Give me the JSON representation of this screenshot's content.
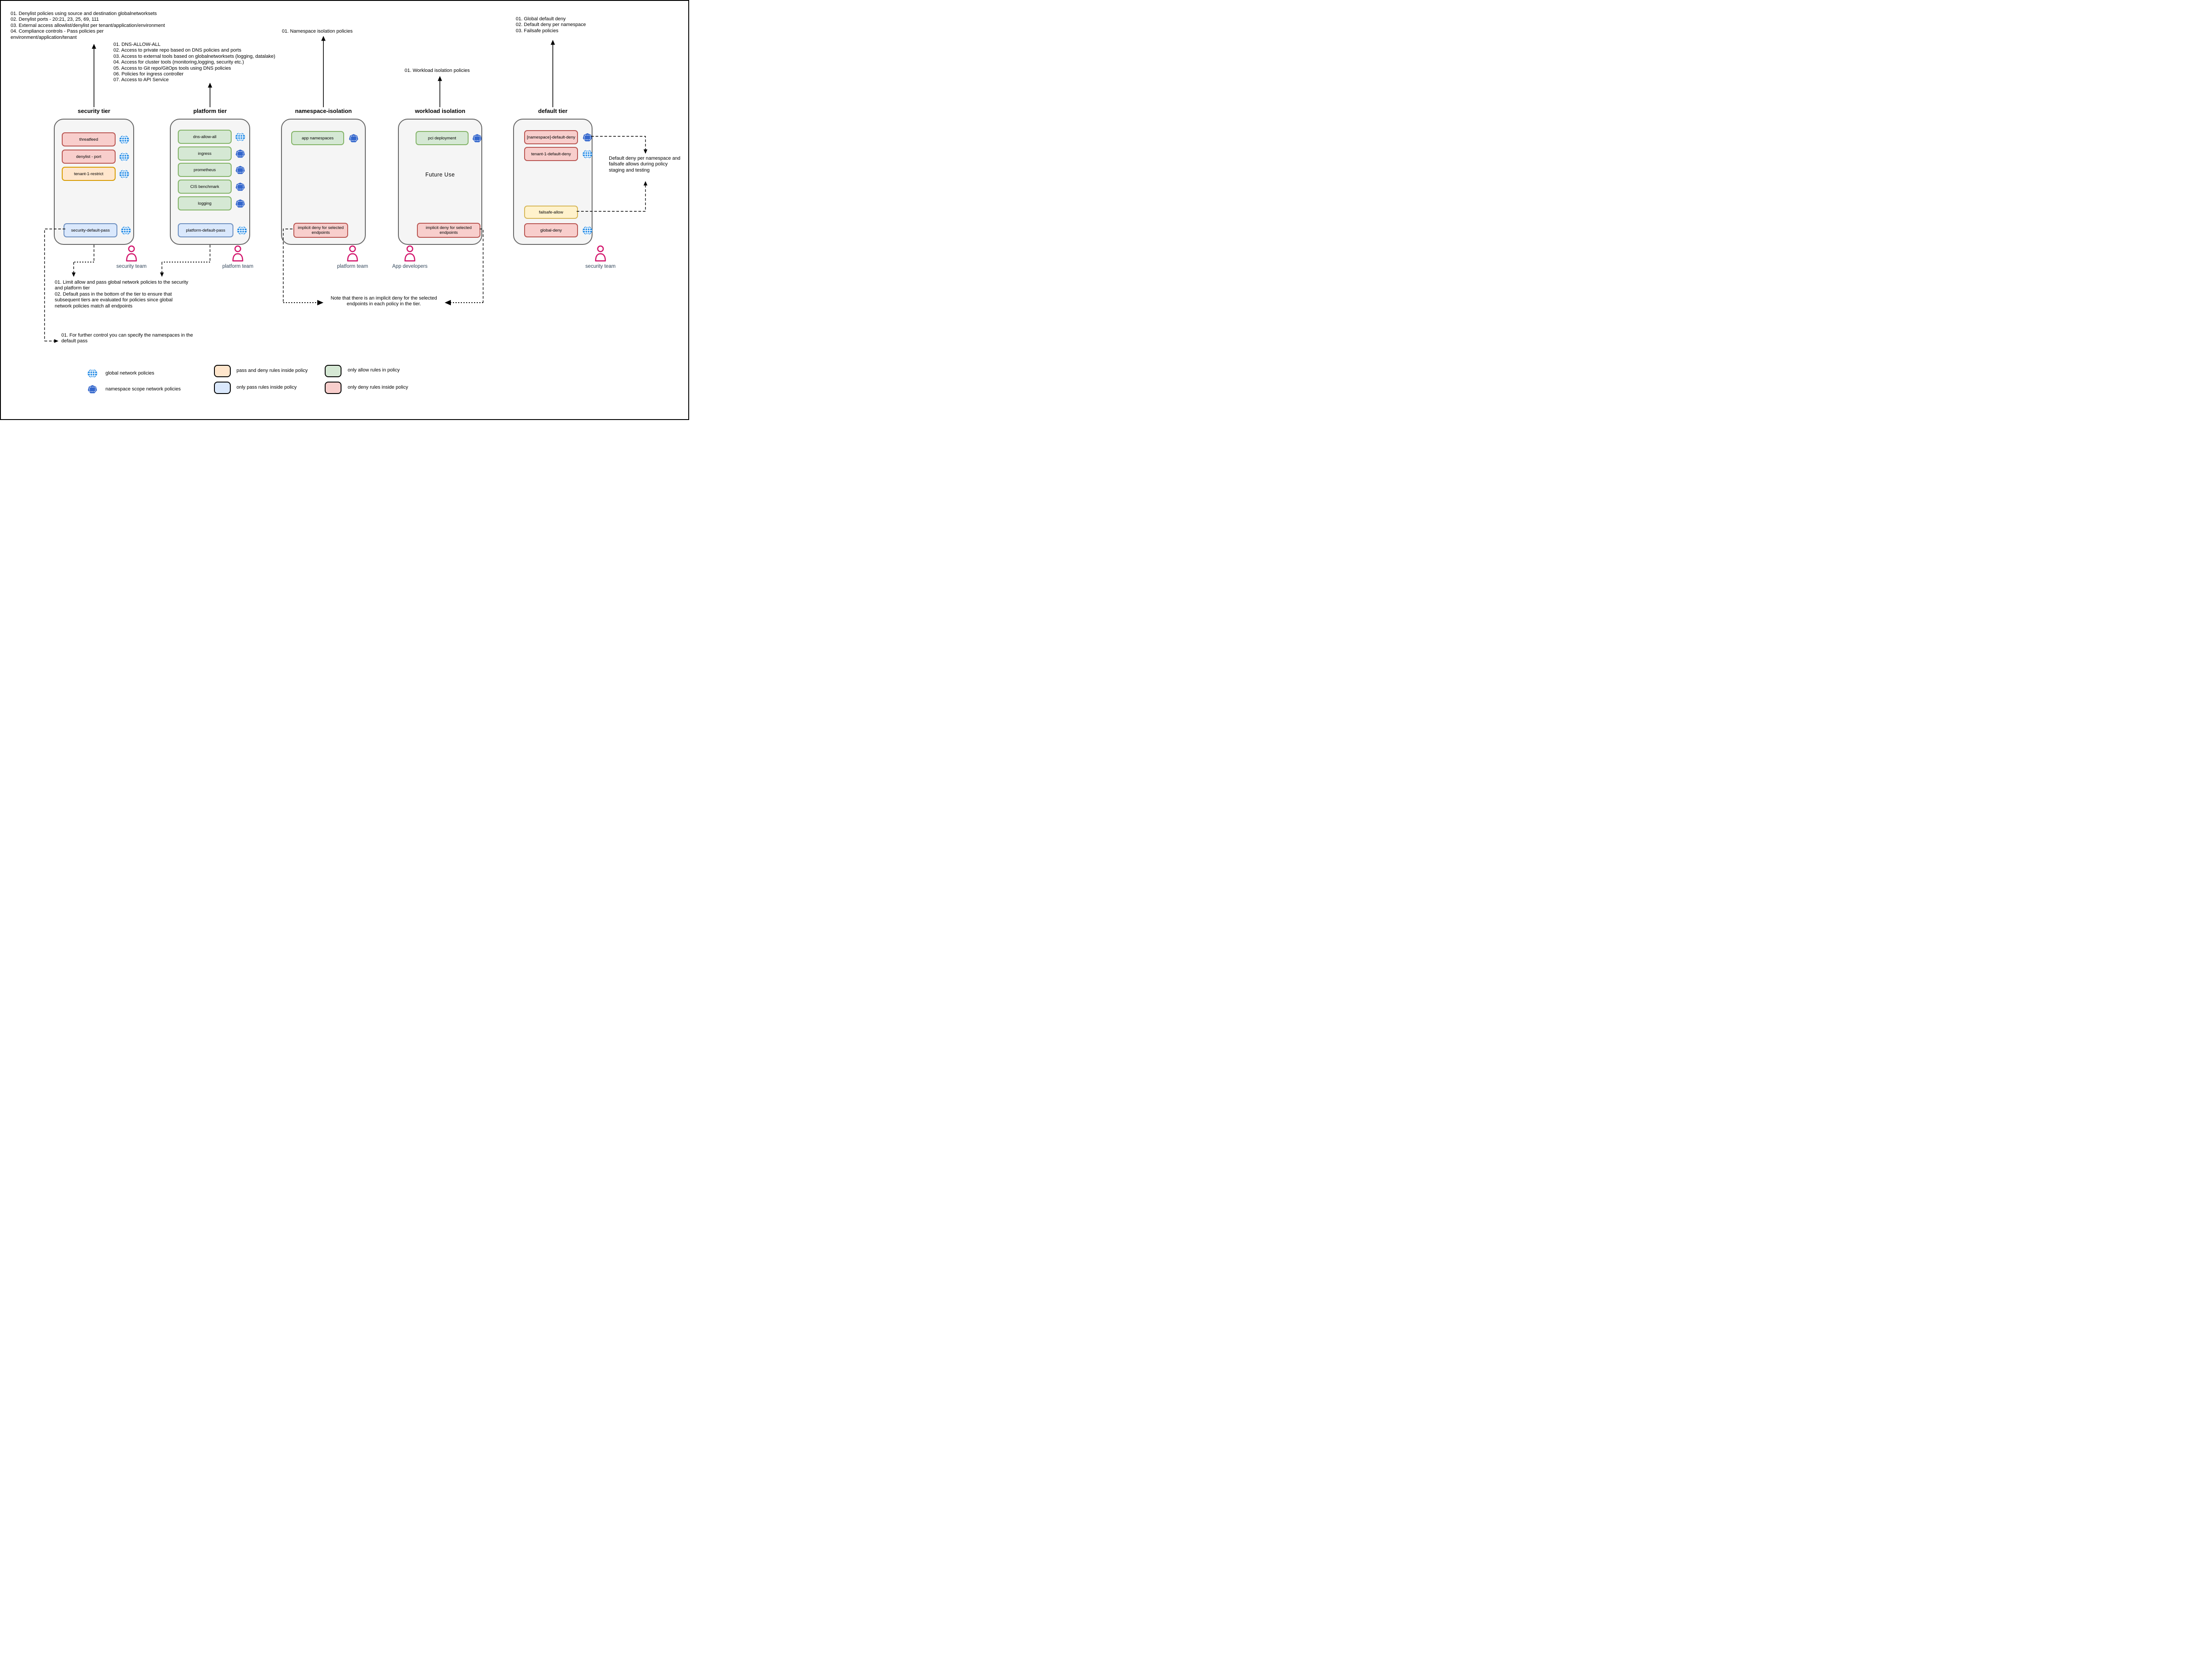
{
  "notes": {
    "top_left": {
      "lines": [
        "01. Denylist policies using source and destination globalnetworksets",
        "02. Denylist ports - 20:21, 23, 25, 69, 111",
        "03. External access allowlist/denylist per tenant/application/environment",
        "04. Compliance controls - Pass policies per",
        "environment/application/tenant"
      ]
    },
    "platform_list": {
      "lines": [
        "01. DNS-ALLOW-ALL",
        "02. Access to private repo based on DNS policies and ports",
        "03. Access to external tools based on globalnetworksets (logging, datalake)",
        "04. Access for cluster tools (monitoring,logging, security etc.)",
        "05. Access to Git repo/GitOps tools using DNS policies",
        "06. Policies for ingress controller",
        "07. Access to API Service"
      ]
    },
    "namespace_note": {
      "lines": [
        "01. Namespace isolation policies"
      ]
    },
    "workload_note": {
      "lines": [
        "01. Workload isolation policies"
      ]
    },
    "top_right": {
      "lines": [
        "01. Global default deny",
        "02. Default deny per namespace",
        "03. Failsafe policies"
      ]
    },
    "limit_note": {
      "lines": [
        "01. Limit allow and pass global network policies to the security",
        "and platform tier",
        "02. Default pass in the bottom of the tier to ensure that",
        "subsequent tiers are evaluated for policies since global",
        "network policies match all endpoints"
      ]
    },
    "further_note": {
      "lines": [
        "01. For further control you can specify the namespaces in the",
        "default pass"
      ]
    },
    "implicit_note": {
      "lines": [
        "Note that there is an implicit deny for the selected",
        "endpoints in each policy in the tier."
      ]
    },
    "default_deny_note": {
      "lines": [
        "Default deny per namespace and",
        "failsafe allows during policy",
        "staging and testing"
      ]
    }
  },
  "tiers": {
    "security": {
      "title": "security tier",
      "policies": [
        {
          "label": "threatfeed",
          "style": "red",
          "icon": "globe"
        },
        {
          "label": "denylist - port",
          "style": "red",
          "icon": "globe"
        },
        {
          "label": "tenant-1-restrict",
          "style": "orange",
          "icon": "globe"
        },
        {
          "label": "security-default-pass",
          "style": "blue",
          "icon": "globe"
        }
      ]
    },
    "platform": {
      "title": "platform tier",
      "policies": [
        {
          "label": "dns-allow-all",
          "style": "green",
          "icon": "globe"
        },
        {
          "label": "ingress",
          "style": "green",
          "icon": "heptagon"
        },
        {
          "label": "prometheus",
          "style": "green",
          "icon": "heptagon"
        },
        {
          "label": "CIS benchmark",
          "style": "green",
          "icon": "heptagon"
        },
        {
          "label": "logging",
          "style": "green",
          "icon": "heptagon"
        },
        {
          "label": "platform-default-pass",
          "style": "blue",
          "icon": "globe"
        }
      ]
    },
    "namespace_isolation": {
      "title": "namespace-isolation",
      "policies": [
        {
          "label": "app namespaces",
          "style": "green",
          "icon": "heptagon"
        },
        {
          "label": "implicit deny for selected endpoints",
          "style": "red",
          "icon": null
        }
      ]
    },
    "workload_isolation": {
      "title": "workload isolation",
      "center_label": "Future Use",
      "policies": [
        {
          "label": "pci deployment",
          "style": "green",
          "icon": "heptagon"
        },
        {
          "label": "implicit deny for selected endpoints",
          "style": "red",
          "icon": null
        }
      ]
    },
    "default": {
      "title": "default tier",
      "policies": [
        {
          "label": "[namespace]-default-deny",
          "style": "red",
          "icon": "heptagon"
        },
        {
          "label": "tenant-1-default-deny",
          "style": "red",
          "icon": "globe"
        },
        {
          "label": "failsafe-allow",
          "style": "yellow",
          "icon": null
        },
        {
          "label": "global-deny",
          "style": "red",
          "icon": "globe"
        }
      ]
    }
  },
  "teams": [
    {
      "label": "security team"
    },
    {
      "label": "platform team"
    },
    {
      "label": "platform team"
    },
    {
      "label": "App developers"
    },
    {
      "label": "security team"
    }
  ],
  "legend": {
    "items": [
      {
        "icon": "globe-icon",
        "label": "global network policies"
      },
      {
        "icon": "heptagon-icon",
        "label": "namespace scope network policies"
      },
      {
        "swatch": "orange",
        "label": "pass and deny rules inside policy"
      },
      {
        "swatch": "blue",
        "label": "only pass rules inside policy"
      },
      {
        "swatch": "green",
        "label": "only allow rules in policy"
      },
      {
        "swatch": "red",
        "label": "only deny rules inside policy"
      }
    ]
  },
  "colors": {
    "global_policy_icon": "#1e88e5",
    "namespace_policy_icon": "#3366cc",
    "person": "#d2146b",
    "team_label": "#33475b",
    "red_fill": "#f8cecc",
    "red_stroke": "#b85450",
    "green_fill": "#d5e8d4",
    "green_stroke": "#82b366",
    "blue_fill": "#dae8fc",
    "blue_stroke": "#6c8ebf",
    "orange_fill": "#ffe6cc",
    "orange_stroke": "#d79b00",
    "yellow_fill": "#fff2cc",
    "yellow_stroke": "#d6b656",
    "container_fill": "#f5f5f5",
    "container_stroke": "#666666"
  }
}
